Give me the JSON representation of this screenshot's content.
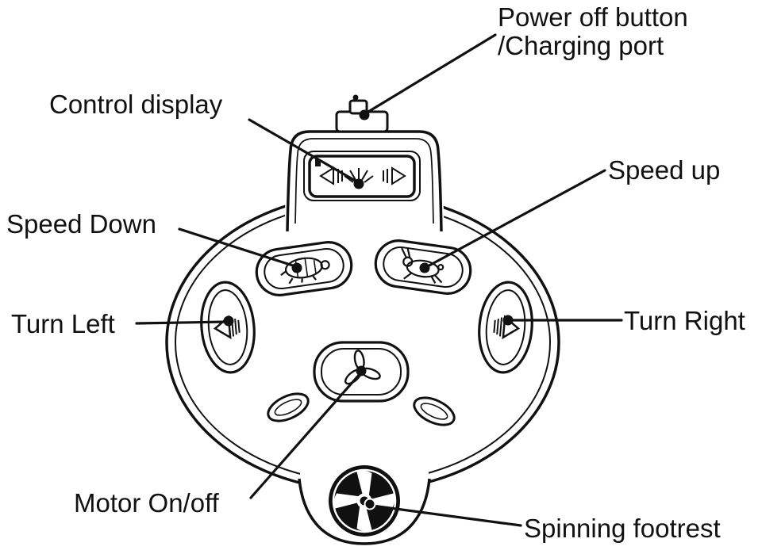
{
  "page": {
    "background": "#ffffff",
    "line_color": "#111111"
  },
  "diagram": {
    "labels": {
      "power_off_line1": "Power off button",
      "power_off_line2": "/Charging port",
      "control_display": "Control display",
      "speed_up": "Speed up",
      "speed_down": "Speed Down",
      "turn_left": "Turn Left",
      "turn_right": "Turn Right",
      "motor": "Motor On/off",
      "spinning_footrest": "Spinning footrest"
    },
    "icons": {
      "charging_port": "charging-port-icon",
      "display": "display-brightness-icon",
      "speed_down": "turtle-icon",
      "speed_up": "rabbit-icon",
      "turn_left": "left-arrow-icon",
      "turn_right": "right-arrow-icon",
      "motor": "propeller-icon",
      "footrest": "spinning-fan-icon"
    }
  }
}
